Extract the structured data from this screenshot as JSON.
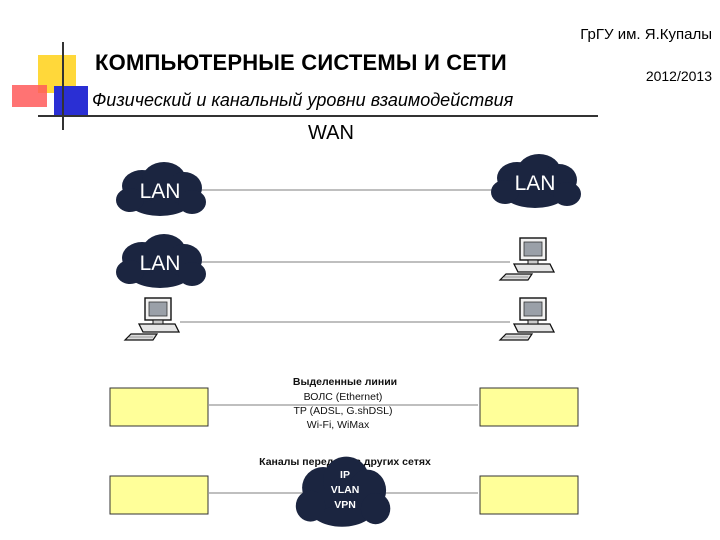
{
  "header": {
    "institution": "ГрГУ им. Я.Купалы",
    "year": "2012/2013",
    "title": "КОМПЬЮТЕРНЫЕ СИСТЕМЫ  И СЕТИ",
    "subtitle": "Физический и канальный уровни взаимодействия",
    "section": "WAN"
  },
  "diagram": {
    "cloud_label": "LAN",
    "dedicated_lines": {
      "heading": "Выделенные линии",
      "items": [
        "ВОЛС (Ethernet)",
        "TP (ADSL, G.shDSL)",
        "Wi-Fi, WiMax"
      ]
    },
    "other_networks": {
      "heading": "Каналы передачи в других сетях",
      "items": [
        "IP",
        "VLAN",
        "VPN"
      ]
    }
  },
  "colors": {
    "cloud": "#1b2540",
    "box_fill": "#ffff99",
    "line": "#999999",
    "deco_yellow": "#ffd83a",
    "deco_red": "#ff4a4a",
    "deco_blue": "#2a2fd4"
  }
}
